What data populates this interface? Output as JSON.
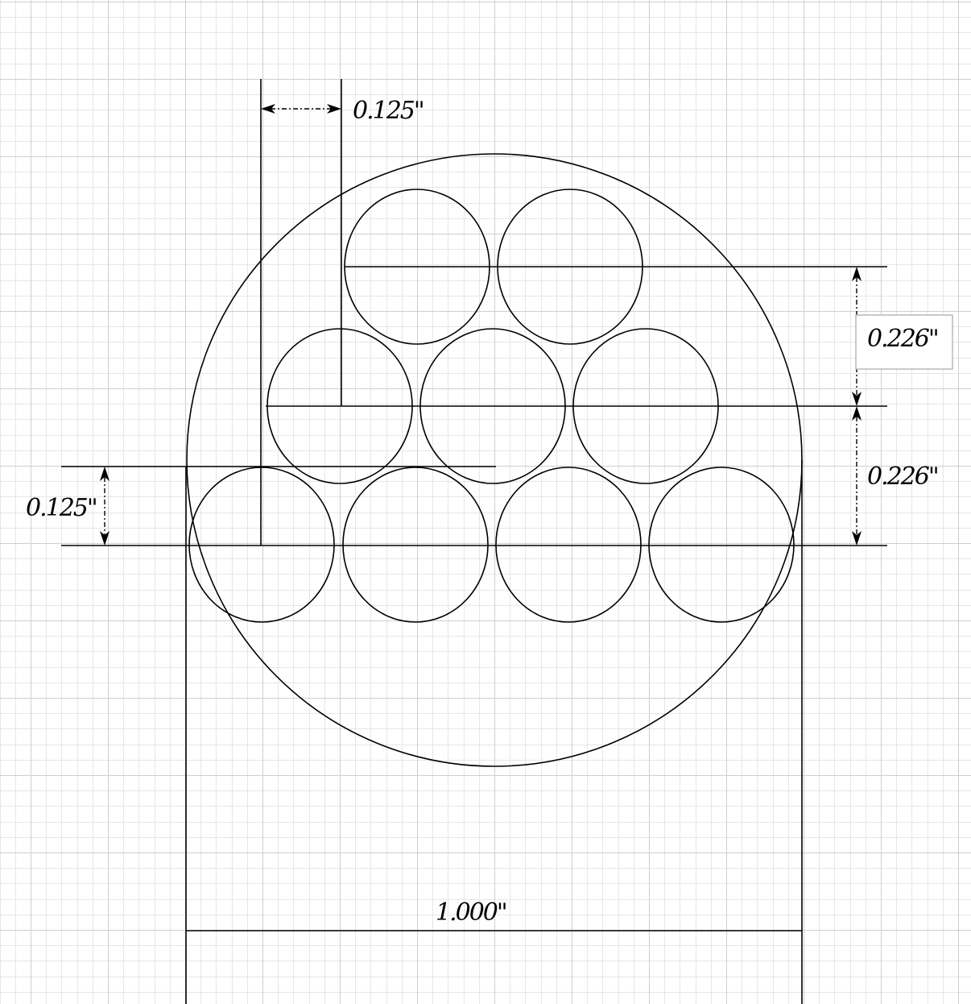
{
  "dimensions": {
    "top_offset": "0.125\"",
    "row_spacing_upper": "0.226\"",
    "row_spacing_lower": "0.226\"",
    "left_offset": "0.125\"",
    "overall_width": "1.000\""
  },
  "layout_counts": {
    "top_row_circles": 2,
    "middle_row_circles": 3,
    "bottom_row_circles": 4
  }
}
